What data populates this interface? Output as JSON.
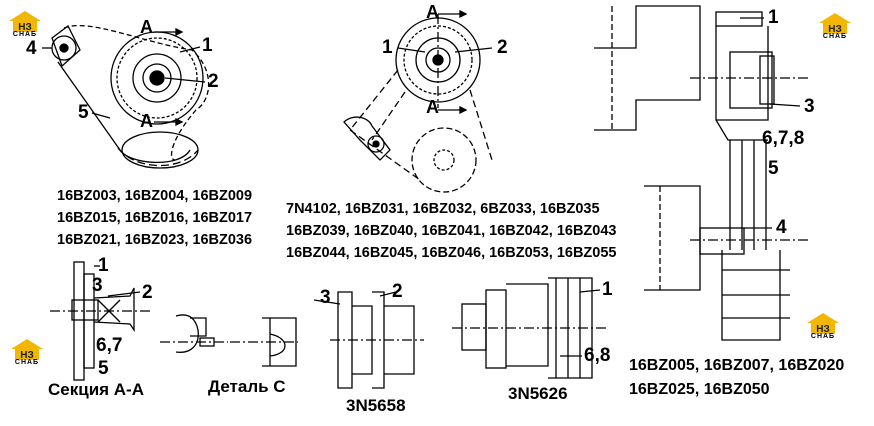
{
  "logo": {
    "mark": "НЗ",
    "caption": "СНАБ"
  },
  "callouts": {
    "tl": {
      "a_top": "A",
      "one": "1",
      "two": "2",
      "four": "4",
      "five": "5",
      "a_bottom": "A"
    },
    "tc": {
      "a_top": "A",
      "one": "1",
      "two": "2",
      "a_bottom": "A"
    },
    "tr": {
      "one": "1",
      "three": "3",
      "six_seven_eight": "6,7,8",
      "five": "5",
      "four": "4"
    },
    "sec": {
      "one": "1",
      "three": "3",
      "two": "2",
      "six_seven": "6,7",
      "five": "5"
    },
    "n5658": {
      "three": "3",
      "two": "2"
    },
    "n5626": {
      "one": "1",
      "six_eight": "6,8"
    }
  },
  "codes": {
    "group_a": [
      "16BZ003, 16BZ004, 16BZ009",
      "16BZ015, 16BZ016, 16BZ017",
      "16BZ021, 16BZ023, 16BZ036"
    ],
    "group_b": [
      "7N4102, 16BZ031, 16BZ032, 6BZ033, 16BZ035",
      "16BZ039, 16BZ040, 16BZ041, 16BZ042, 16BZ043",
      "16BZ044, 16BZ045, 16BZ046, 16BZ053, 16BZ055"
    ],
    "group_c": [
      "16BZ005, 16BZ007, 16BZ020",
      "16BZ025, 16BZ050"
    ]
  },
  "captions": {
    "section": "Секция А-А",
    "detail": "Деталь С",
    "part_3n5658": "3N5658",
    "part_3n5626": "3N5626"
  },
  "colors": {
    "ink": "#000000",
    "logo_yellow": "#F2B705",
    "logo_dark": "#222222"
  }
}
